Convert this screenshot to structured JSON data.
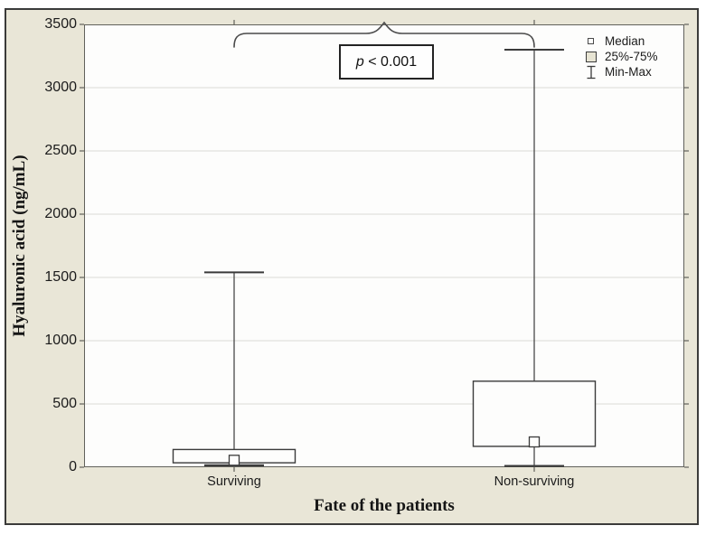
{
  "colors": {
    "figure_bg": "#e9e6d7",
    "plot_bg": "#fdfdfc",
    "grid": "#dcdcd6",
    "axis": "#61615b",
    "frame": "#3b3b3a",
    "box_stroke": "#3b3b3b",
    "brace": "#4a4a4a",
    "text": "#1b1b1b"
  },
  "chart_data": {
    "type": "boxplot",
    "xlabel": "Fate of the patients",
    "ylabel": "Hyaluronic acid (ng/mL)",
    "categories": [
      "Surviving",
      "Non-surviving"
    ],
    "series": [
      {
        "name": "Surviving",
        "min": 15,
        "q1": 35,
        "median": 55,
        "q3": 140,
        "max": 1540
      },
      {
        "name": "Non-surviving",
        "min": 10,
        "q1": 165,
        "median": 200,
        "q3": 680,
        "max": 3300
      }
    ],
    "ylim": [
      0,
      3500
    ],
    "yticks": [
      0,
      500,
      1000,
      1500,
      2000,
      2500,
      3000,
      3500
    ],
    "grid": "horizontal",
    "legend_position": "top-right-inside",
    "legend": [
      {
        "icon": "median-square-icon",
        "label": "Median"
      },
      {
        "icon": "iqr-box-icon",
        "label": "25%-75%"
      },
      {
        "icon": "minmax-whisker-icon",
        "label": "Min-Max"
      }
    ],
    "annotation": {
      "lhs": "p",
      "rest": " < 0.001",
      "between": [
        "Surviving",
        "Non-surviving"
      ]
    }
  }
}
